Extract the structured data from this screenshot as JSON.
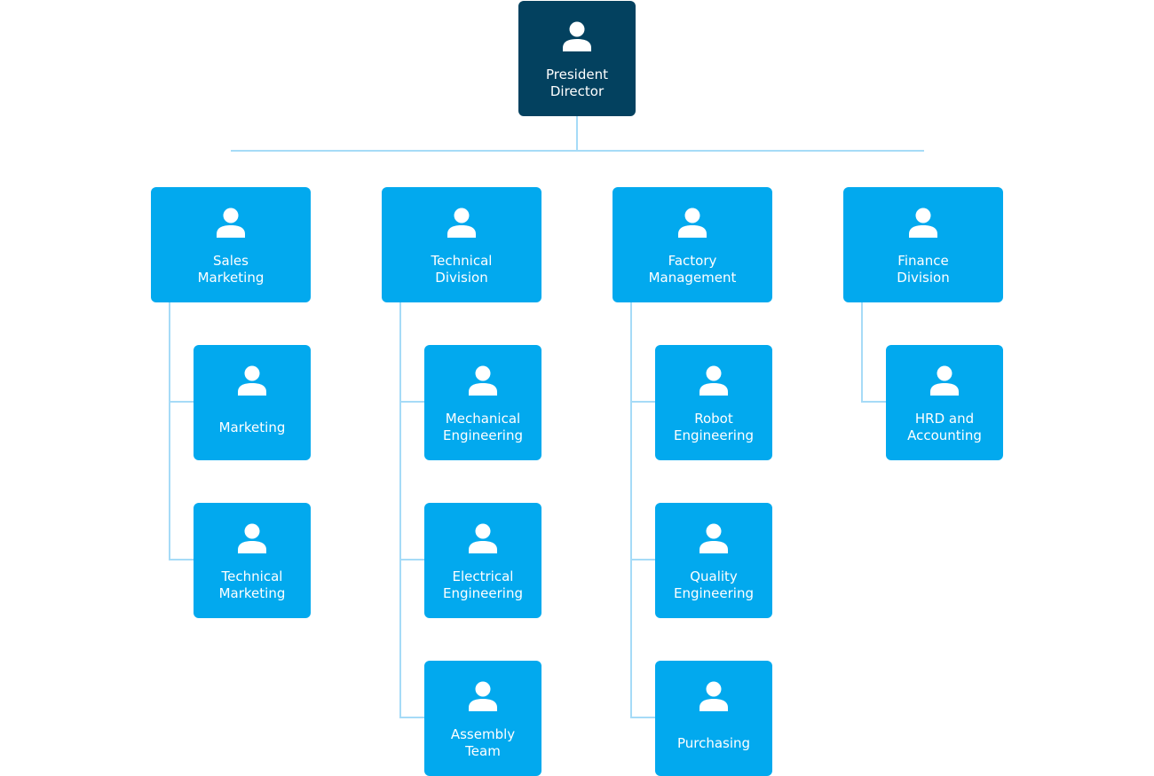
{
  "colors": {
    "root": "#03415f",
    "node": "#02a9ee",
    "connector": "#a6dbf7",
    "text": "#ffffff"
  },
  "icon": "person-icon",
  "root": {
    "lines": [
      "President",
      "Director"
    ]
  },
  "departments": [
    {
      "id": "sales-marketing",
      "lines": [
        "Sales",
        "Marketing"
      ],
      "teams": [
        {
          "id": "marketing",
          "lines": [
            "Marketing"
          ]
        },
        {
          "id": "technical-marketing",
          "lines": [
            "Technical",
            "Marketing"
          ]
        }
      ]
    },
    {
      "id": "technical-division",
      "lines": [
        "Technical",
        "Division"
      ],
      "teams": [
        {
          "id": "mechanical-engineering",
          "lines": [
            "Mechanical",
            "Engineering"
          ]
        },
        {
          "id": "electrical-engineering",
          "lines": [
            "Electrical",
            "Engineering"
          ]
        },
        {
          "id": "assembly-team",
          "lines": [
            "Assembly",
            "Team"
          ]
        }
      ]
    },
    {
      "id": "factory-management",
      "lines": [
        "Factory",
        "Management"
      ],
      "teams": [
        {
          "id": "robot-engineering",
          "lines": [
            "Robot",
            "Engineering"
          ]
        },
        {
          "id": "quality-engineering",
          "lines": [
            "Quality",
            "Engineering"
          ]
        },
        {
          "id": "purchasing",
          "lines": [
            "Purchasing"
          ]
        }
      ]
    },
    {
      "id": "finance-division",
      "lines": [
        "Finance",
        "Division"
      ],
      "teams": [
        {
          "id": "hrd-and-accounting",
          "lines": [
            "HRD and",
            "Accounting"
          ]
        }
      ]
    }
  ]
}
